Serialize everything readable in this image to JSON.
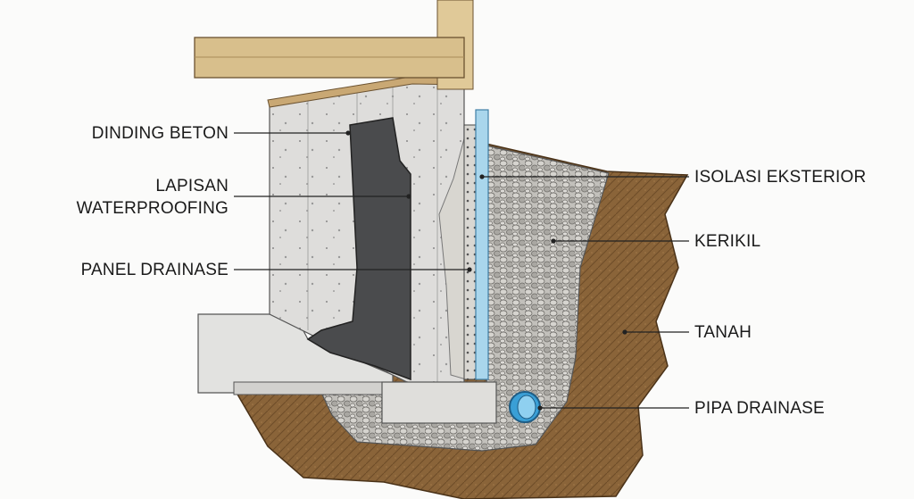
{
  "labels": {
    "dinding_beton": "DINDING BETON",
    "lapisan_line1": "LAPISAN",
    "lapisan_line2": "WATERPROOFING",
    "panel_drainase": "PANEL DRAINASE",
    "isolasi_eksterior": "ISOLASI EKSTERIOR",
    "kerikil": "KERIKIL",
    "tanah": "TANAH",
    "pipa_drainase": "PIPA DRAINASE"
  },
  "colors": {
    "wood": "#d8bf8c",
    "concrete": "#dcdcda",
    "membrane": "#4a4b4d",
    "insulation": "#a9d6ec",
    "gravel": "#b9b7b2",
    "soil": "#8a6439",
    "pipe": "#3a9fd6"
  }
}
